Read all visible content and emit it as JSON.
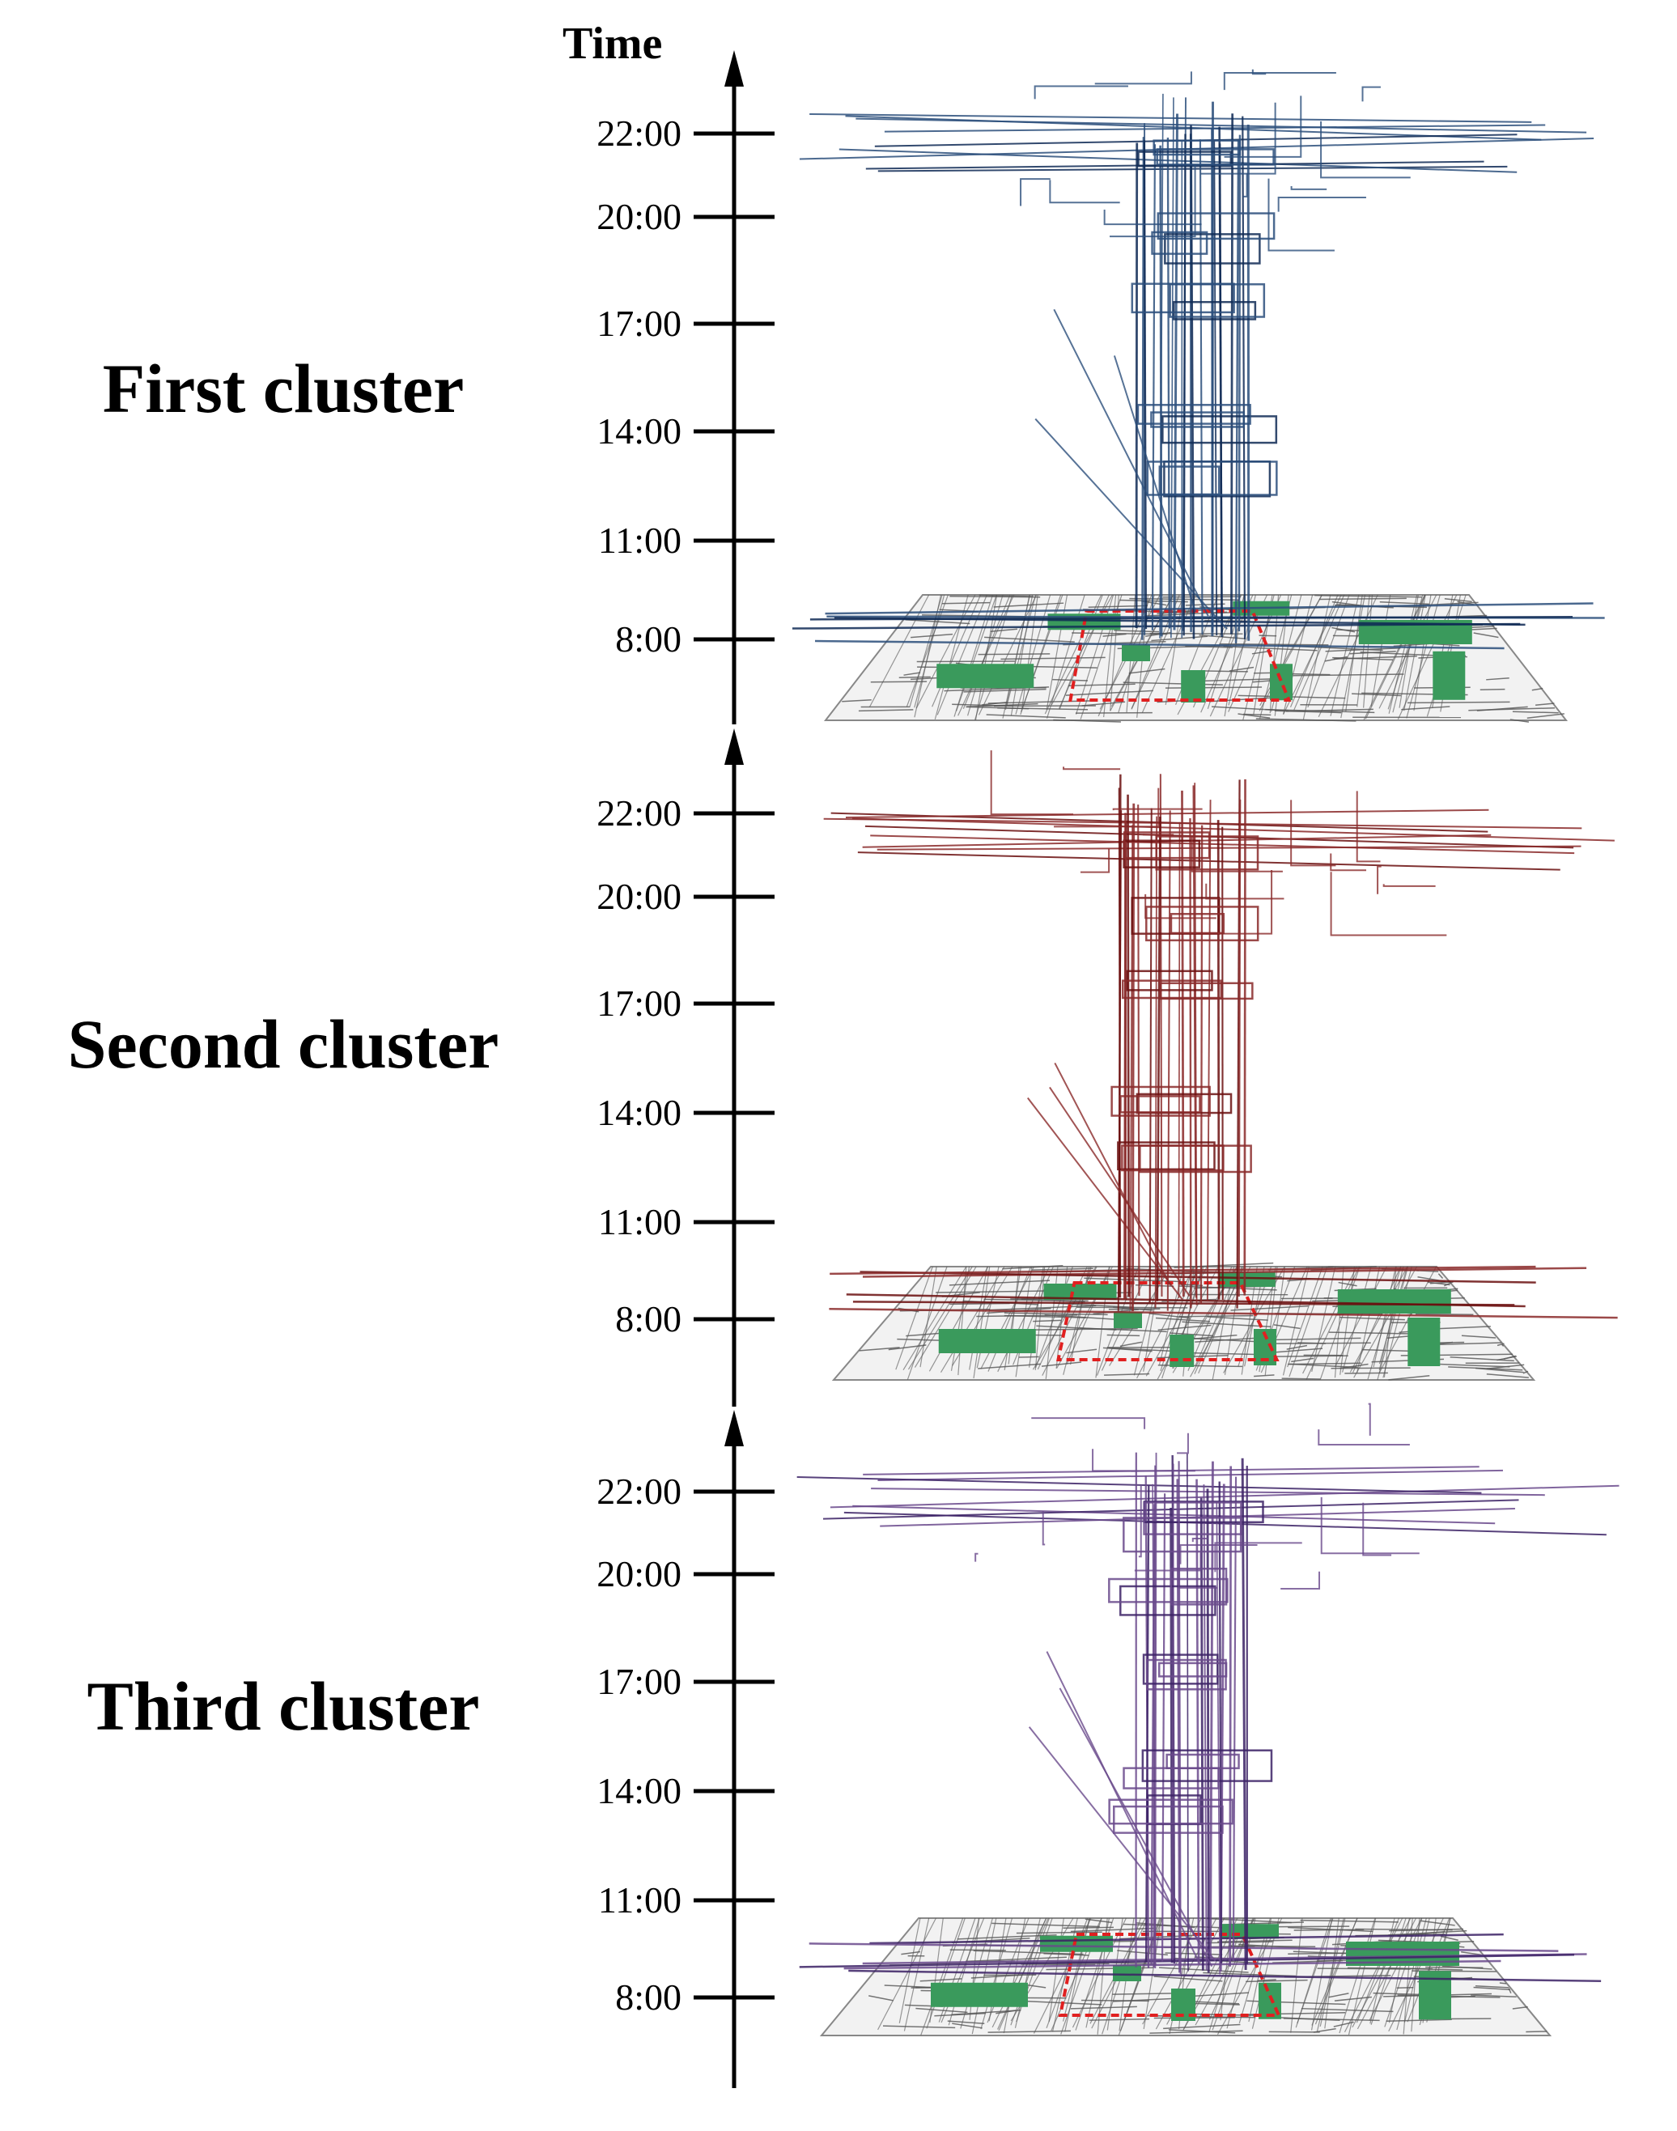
{
  "figure": {
    "axis_title": "Time",
    "tick_labels": [
      "22:00",
      "20:00",
      "17:00",
      "14:00",
      "11:00",
      "8:00"
    ],
    "clusters": [
      {
        "title": "First cluster",
        "line_color": "#2c4f7c",
        "dark_color": "#0f2a55"
      },
      {
        "title": "Second cluster",
        "line_color": "#8a2a2a",
        "dark_color": "#6b0f0f"
      },
      {
        "title": "Third cluster",
        "line_color": "#6a4a8c",
        "dark_color": "#3c2266"
      }
    ],
    "map_colors": {
      "base": "#f2f2f2",
      "roads": "#555555",
      "green": "#3a9a5c",
      "boundary": "#e02020"
    }
  }
}
